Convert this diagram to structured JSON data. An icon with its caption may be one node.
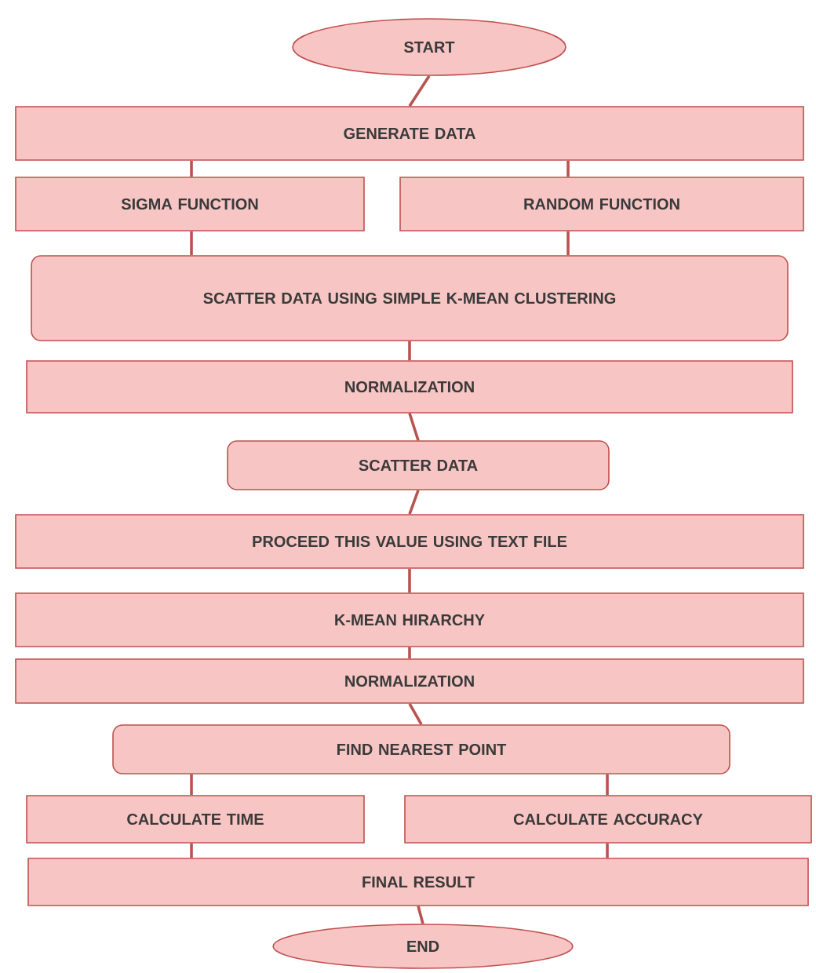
{
  "diagram": {
    "nodes": [
      {
        "text": [
          "START"
        ]
      },
      {
        "text": [
          "GENERATE DATA"
        ]
      },
      {
        "text": [
          "SIGMA FUNCTION"
        ]
      },
      {
        "text": [
          "RANDOM FUNCTION"
        ]
      },
      {
        "text": [
          "SCATTER DATA USING SIMPLE K-MEAN CLUSTERING"
        ]
      },
      {
        "text": [
          "NORMALIZATION"
        ]
      },
      {
        "text": [
          "SCATTER DATA"
        ]
      },
      {
        "text": [
          "PROCEED THIS VALUE USING TEXT FILE"
        ]
      },
      {
        "text": [
          "K-MEAN HIRARCHY"
        ]
      },
      {
        "text": [
          "NORMALIZATION"
        ]
      },
      {
        "text": [
          "FIND NEAREST POINT"
        ]
      },
      {
        "text": [
          "CALCULATE TIME"
        ]
      },
      {
        "text": [
          "CALCULATE ACCURACY"
        ]
      },
      {
        "text": [
          "FINAL RESULT"
        ]
      },
      {
        "text": [
          "END"
        ]
      }
    ],
    "edges": [
      {
        "from": 0,
        "to": 1,
        "arrow": "none"
      },
      {
        "from": 1,
        "to": 2,
        "arrow": "none"
      },
      {
        "from": 1,
        "to": 3,
        "arrow": "none"
      },
      {
        "from": 2,
        "to": 4,
        "arrow": "none"
      },
      {
        "from": 3,
        "to": 4,
        "arrow": "none"
      },
      {
        "from": 4,
        "to": 5,
        "arrow": "none"
      },
      {
        "from": 5,
        "to": 6,
        "arrow": "none"
      },
      {
        "from": 6,
        "to": 7,
        "arrow": "none"
      },
      {
        "from": 7,
        "to": 8,
        "arrow": "none"
      },
      {
        "from": 8,
        "to": 9,
        "arrow": "none"
      },
      {
        "from": 9,
        "to": 10,
        "arrow": "none"
      },
      {
        "from": 10,
        "to": 11,
        "arrow": "none"
      },
      {
        "from": 10,
        "to": 12,
        "arrow": "none"
      },
      {
        "from": 11,
        "to": 13,
        "arrow": "none"
      },
      {
        "from": 12,
        "to": 13,
        "arrow": "none"
      },
      {
        "from": 13,
        "to": 14,
        "arrow": "none"
      }
    ]
  }
}
